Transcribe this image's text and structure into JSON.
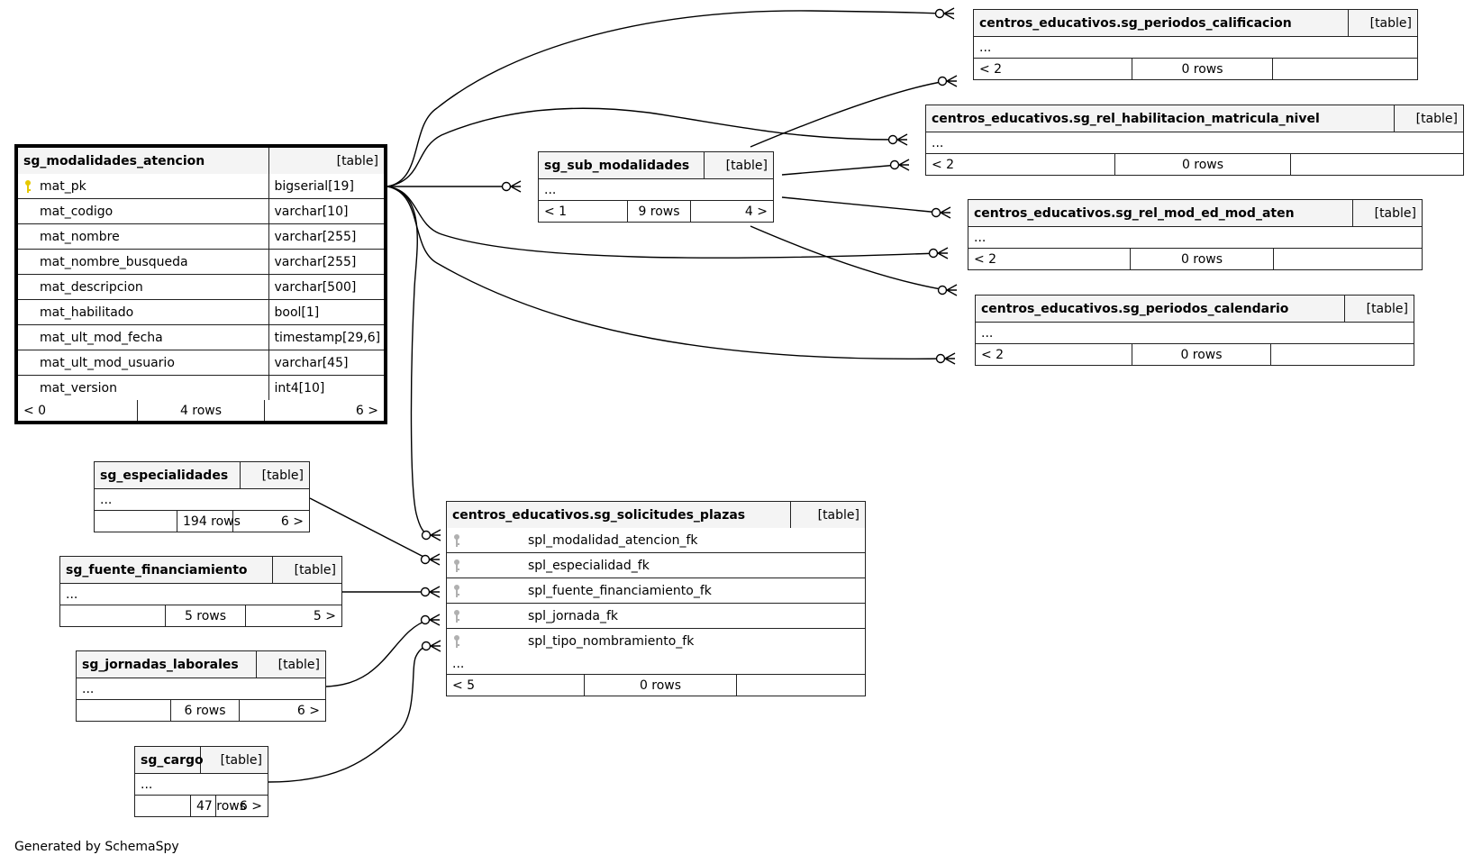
{
  "footer_text": "Generated by SchemaSpy",
  "colors": {
    "header_bg": "#f4f4f4",
    "pk_key": "#e6c800",
    "fk_key": "#b0b0b0",
    "line": "#000000"
  },
  "tables": {
    "main": {
      "name": "sg_modalidades_atencion",
      "kind": "[table]",
      "columns": [
        {
          "name": "mat_pk",
          "type": "bigserial[19]",
          "icon": "primary-key-icon"
        },
        {
          "name": "mat_codigo",
          "type": "varchar[10]"
        },
        {
          "name": "mat_nombre",
          "type": "varchar[255]"
        },
        {
          "name": "mat_nombre_busqueda",
          "type": "varchar[255]"
        },
        {
          "name": "mat_descripcion",
          "type": "varchar[500]"
        },
        {
          "name": "mat_habilitado",
          "type": "bool[1]"
        },
        {
          "name": "mat_ult_mod_fecha",
          "type": "timestamp[29,6]"
        },
        {
          "name": "mat_ult_mod_usuario",
          "type": "varchar[45]"
        },
        {
          "name": "mat_version",
          "type": "int4[10]"
        }
      ],
      "footer": [
        "< 0",
        "4 rows",
        "6 >"
      ]
    },
    "sub_modalidades": {
      "name": "sg_sub_modalidades",
      "kind": "[table]",
      "more": "...",
      "footer": [
        "< 1",
        "9 rows",
        "4 >"
      ]
    },
    "periodos_calificacion": {
      "name": "centros_educativos.sg_periodos_calificacion",
      "kind": "[table]",
      "more": "...",
      "footer": [
        "< 2",
        "0 rows",
        ""
      ]
    },
    "rel_habilitacion": {
      "name": "centros_educativos.sg_rel_habilitacion_matricula_nivel",
      "kind": "[table]",
      "more": "...",
      "footer": [
        "< 2",
        "0 rows",
        ""
      ]
    },
    "rel_mod_ed": {
      "name": "centros_educativos.sg_rel_mod_ed_mod_aten",
      "kind": "[table]",
      "more": "...",
      "footer": [
        "< 2",
        "0 rows",
        ""
      ]
    },
    "periodos_calendario": {
      "name": "centros_educativos.sg_periodos_calendario",
      "kind": "[table]",
      "more": "...",
      "footer": [
        "< 2",
        "0 rows",
        ""
      ]
    },
    "especialidades": {
      "name": "sg_especialidades",
      "kind": "[table]",
      "more": "...",
      "footer": [
        "",
        "194 rows",
        "6 >"
      ]
    },
    "fuente": {
      "name": "sg_fuente_financiamiento",
      "kind": "[table]",
      "more": "...",
      "footer": [
        "",
        "5 rows",
        "5 >"
      ]
    },
    "jornadas": {
      "name": "sg_jornadas_laborales",
      "kind": "[table]",
      "more": "...",
      "footer": [
        "",
        "6 rows",
        "6 >"
      ]
    },
    "cargo": {
      "name": "sg_cargo",
      "kind": "[table]",
      "more": "...",
      "footer": [
        "",
        "47 rows",
        "6 >"
      ]
    },
    "solicitudes": {
      "name": "centros_educativos.sg_solicitudes_plazas",
      "kind": "[table]",
      "columns": [
        {
          "name": "spl_modalidad_atencion_fk",
          "icon": "foreign-key-icon"
        },
        {
          "name": "spl_especialidad_fk",
          "icon": "foreign-key-icon"
        },
        {
          "name": "spl_fuente_financiamiento_fk",
          "icon": "foreign-key-icon"
        },
        {
          "name": "spl_jornada_fk",
          "icon": "foreign-key-icon"
        },
        {
          "name": "spl_tipo_nombramiento_fk",
          "icon": "foreign-key-icon"
        }
      ],
      "more": "...",
      "footer": [
        "< 5",
        "0 rows",
        ""
      ]
    }
  },
  "relationships": [
    {
      "from": "sg_modalidades_atencion.mat_pk",
      "to": "centros_educativos.sg_periodos_calificacion",
      "cardinality": "zero-or-many"
    },
    {
      "from": "sg_modalidades_atencion.mat_pk",
      "to": "centros_educativos.sg_rel_habilitacion_matricula_nivel",
      "cardinality": "zero-or-many"
    },
    {
      "from": "sg_modalidades_atencion.mat_pk",
      "to": "sg_sub_modalidades",
      "cardinality": "zero-or-many"
    },
    {
      "from": "sg_modalidades_atencion.mat_pk",
      "to": "centros_educativos.sg_rel_mod_ed_mod_aten",
      "cardinality": "zero-or-many"
    },
    {
      "from": "sg_modalidades_atencion.mat_pk",
      "to": "centros_educativos.sg_periodos_calendario",
      "cardinality": "zero-or-many"
    },
    {
      "from": "sg_modalidades_atencion.mat_pk",
      "to": "centros_educativos.sg_solicitudes_plazas.spl_modalidad_atencion_fk",
      "cardinality": "zero-or-many"
    },
    {
      "from": "sg_sub_modalidades",
      "to": "centros_educativos.sg_periodos_calificacion",
      "cardinality": "zero-or-many"
    },
    {
      "from": "sg_sub_modalidades",
      "to": "centros_educativos.sg_rel_habilitacion_matricula_nivel",
      "cardinality": "zero-or-many"
    },
    {
      "from": "sg_sub_modalidades",
      "to": "centros_educativos.sg_rel_mod_ed_mod_aten",
      "cardinality": "zero-or-many"
    },
    {
      "from": "sg_sub_modalidades",
      "to": "centros_educativos.sg_periodos_calendario",
      "cardinality": "zero-or-many"
    },
    {
      "from": "sg_especialidades",
      "to": "centros_educativos.sg_solicitudes_plazas.spl_especialidad_fk",
      "cardinality": "zero-or-many"
    },
    {
      "from": "sg_fuente_financiamiento",
      "to": "centros_educativos.sg_solicitudes_plazas.spl_fuente_financiamiento_fk",
      "cardinality": "zero-or-many"
    },
    {
      "from": "sg_jornadas_laborales",
      "to": "centros_educativos.sg_solicitudes_plazas.spl_jornada_fk",
      "cardinality": "zero-or-many"
    },
    {
      "from": "sg_cargo",
      "to": "centros_educativos.sg_solicitudes_plazas.spl_tipo_nombramiento_fk",
      "cardinality": "zero-or-many"
    }
  ]
}
